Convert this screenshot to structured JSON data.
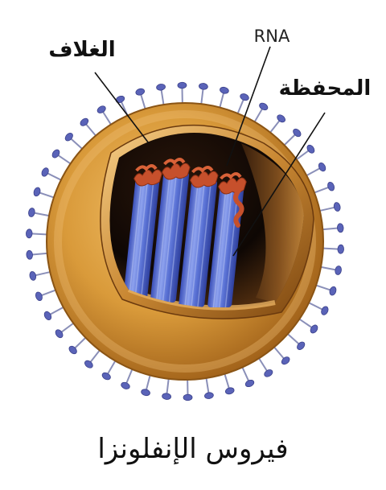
{
  "labels": {
    "envelope": "الغلاف",
    "rna": "RNA",
    "capsid": "المحفظة"
  },
  "caption": "فيروس الإنفلونزا",
  "colors": {
    "envelope_outer": "#d99a3a",
    "envelope_inner": "#b8741e",
    "spike_head": "#5a63b8",
    "capsid_blue": "#5b73d6",
    "rna_red": "#c6502c",
    "interior_dark": "#1a0f08"
  }
}
